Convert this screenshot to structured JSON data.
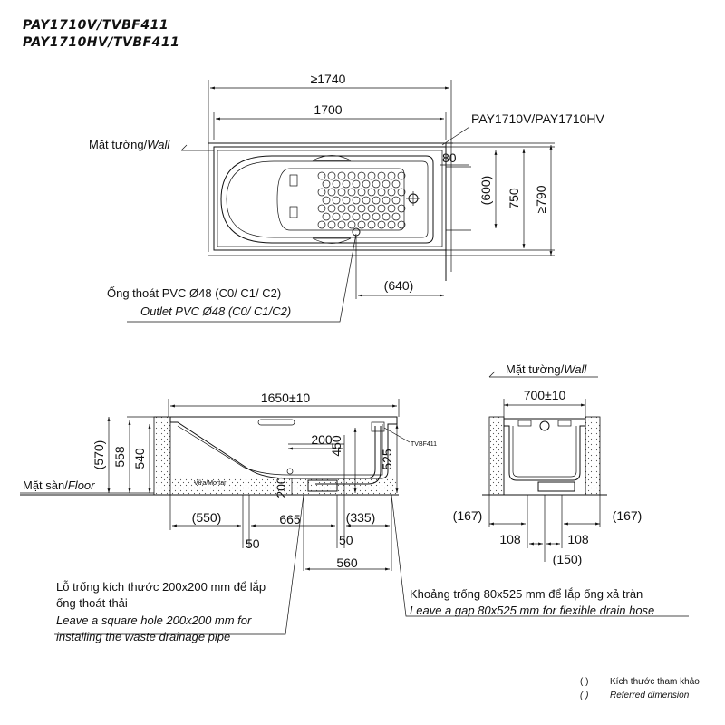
{
  "header": {
    "model_line_1": "PAY1710V/TVBF411",
    "model_line_2": "PAY1710HV/TVBF411"
  },
  "plan_view": {
    "dim_overall": "≥1740",
    "dim_length": "1700",
    "model_label": "PAY1710V/PAY1710HV",
    "dim_80": "80",
    "dim_600": "(600)",
    "dim_750": "750",
    "dim_790": "≥790",
    "dim_640": "(640)",
    "wall_label_vi": "Mặt tường/",
    "wall_label_en": "Wall",
    "outlet_vi": "Ống thoát PVC Ø48 (C0/ C1/ C2)",
    "outlet_en": "Outlet PVC Ø48 (C0/ C1/C2)"
  },
  "side_view": {
    "dim_top": "1650±10",
    "dim_570": "(570)",
    "dim_558": "558",
    "dim_540": "540",
    "dim_200_h": "200",
    "dim_450": "450",
    "dim_525": "525",
    "dim_200_v": "200",
    "trap_label": "TVBF411",
    "mortar_label": "Vữa/Mortar",
    "floor_label_vi": "Mặt sàn/",
    "floor_label_en": "Floor",
    "dim_550": "(550)",
    "dim_665": "665",
    "dim_335": "(335)",
    "dim_50_a": "50",
    "dim_50_b": "50",
    "dim_560": "560"
  },
  "end_view": {
    "wall_label_vi": "Mặt tường/",
    "wall_label_en": "Wall",
    "dim_top": "700±10",
    "dim_167_l": "(167)",
    "dim_167_r": "(167)",
    "dim_108_l": "108",
    "dim_108_r": "108",
    "dim_150": "(150)"
  },
  "notes": {
    "hole_vi_1": "Lỗ trống kích thước 200x200 mm để lắp",
    "hole_vi_2": "ống thoát thải",
    "hole_en_1": "Leave a square hole  200x200 mm for",
    "hole_en_2": "installing the waste drainage pipe",
    "gap_vi": "Khoảng trống 80x525 mm để lắp ống xả tràn",
    "gap_en": "Leave a gap 80x525 mm for flexible drain hose"
  },
  "legend": {
    "paren": "(      )",
    "vi": "Kích thước tham khảo",
    "en": "Referred dimension"
  }
}
